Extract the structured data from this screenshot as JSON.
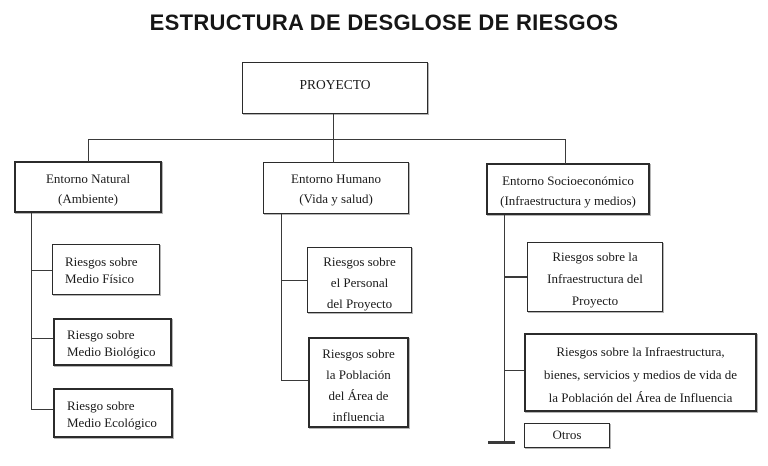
{
  "page": {
    "title": "ESTRUCTURA DE DESGLOSE DE RIESGOS"
  },
  "root": {
    "label": "PROYECTO"
  },
  "columns": {
    "natural": {
      "head": {
        "line1": "Entorno Natural",
        "line2": "(Ambiente)"
      },
      "children": [
        {
          "line1": "Riesgos sobre",
          "line2": "Medio Físico"
        },
        {
          "line1": "Riesgo sobre",
          "line2": "Medio Biológico"
        },
        {
          "line1": "Riesgo sobre",
          "line2": "Medio Ecológico"
        }
      ]
    },
    "humano": {
      "head": {
        "line1": "Entorno Humano",
        "line2": "(Vida y salud)"
      },
      "children": [
        {
          "line1": "Riesgos sobre",
          "line2": "el Personal",
          "line3": "del Proyecto"
        },
        {
          "line1": "Riesgos sobre",
          "line2": "la Población",
          "line3": "del Área de",
          "line4": "influencia"
        }
      ]
    },
    "socioeconomico": {
      "head": {
        "line1": "Entorno Socioeconómico",
        "line2": "(Infraestructura y medios)"
      },
      "children": [
        {
          "line1": "Riesgos sobre la",
          "line2": "Infraestructura del",
          "line3": "Proyecto"
        },
        {
          "line1": "Riesgos sobre la Infraestructura,",
          "line2": "bienes, servicios y medios de vida de",
          "line3": "la Población del Área de Influencia"
        },
        {
          "line1": "Otros"
        }
      ]
    }
  }
}
